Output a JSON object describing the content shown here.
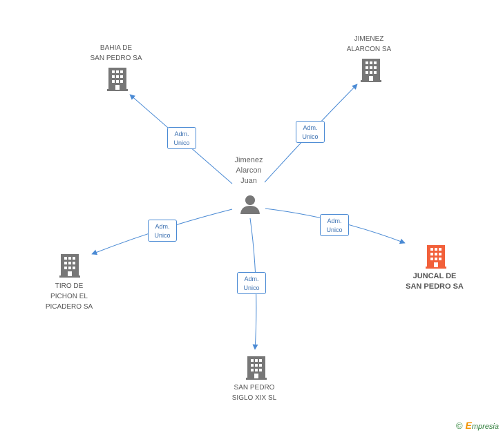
{
  "center": {
    "name_lines": [
      "Jimenez",
      "Alarcon",
      "Juan"
    ],
    "icon": "person-icon"
  },
  "companies": [
    {
      "id": "bahia",
      "lines": [
        "BAHIA DE",
        "SAN PEDRO SA"
      ],
      "icon": "building-icon"
    },
    {
      "id": "jimenez-alarcon",
      "lines": [
        "JIMENEZ",
        "ALARCON SA"
      ],
      "icon": "building-icon"
    },
    {
      "id": "tiro-pichon",
      "lines": [
        "TIRO DE",
        "PICHON EL",
        "PICADERO SA"
      ],
      "icon": "building-icon"
    },
    {
      "id": "juncal",
      "lines": [
        "JUNCAL DE",
        "SAN PEDRO SA"
      ],
      "icon": "building-icon",
      "highlighted": true
    },
    {
      "id": "san-pedro-siglo",
      "lines": [
        "SAN PEDRO",
        "SIGLO XIX SL"
      ],
      "icon": "building-icon"
    }
  ],
  "relations": [
    {
      "to": "bahia",
      "lines": [
        "Adm.",
        "Unico"
      ]
    },
    {
      "to": "jimenez-alarcon",
      "lines": [
        "Adm.",
        "Unico"
      ]
    },
    {
      "to": "tiro-pichon",
      "lines": [
        "Adm.",
        "Unico"
      ]
    },
    {
      "to": "juncal",
      "lines": [
        "Adm.",
        "Unico"
      ]
    },
    {
      "to": "san-pedro-siglo",
      "lines": [
        "Adm.",
        "Unico"
      ]
    }
  ],
  "colors": {
    "edge": "#4a8ad4",
    "building": "#777777",
    "building_focus": "#f2603a",
    "person": "#777777"
  },
  "footer": {
    "copyright": "©",
    "brand_first": "E",
    "brand_rest": "mpresia"
  }
}
